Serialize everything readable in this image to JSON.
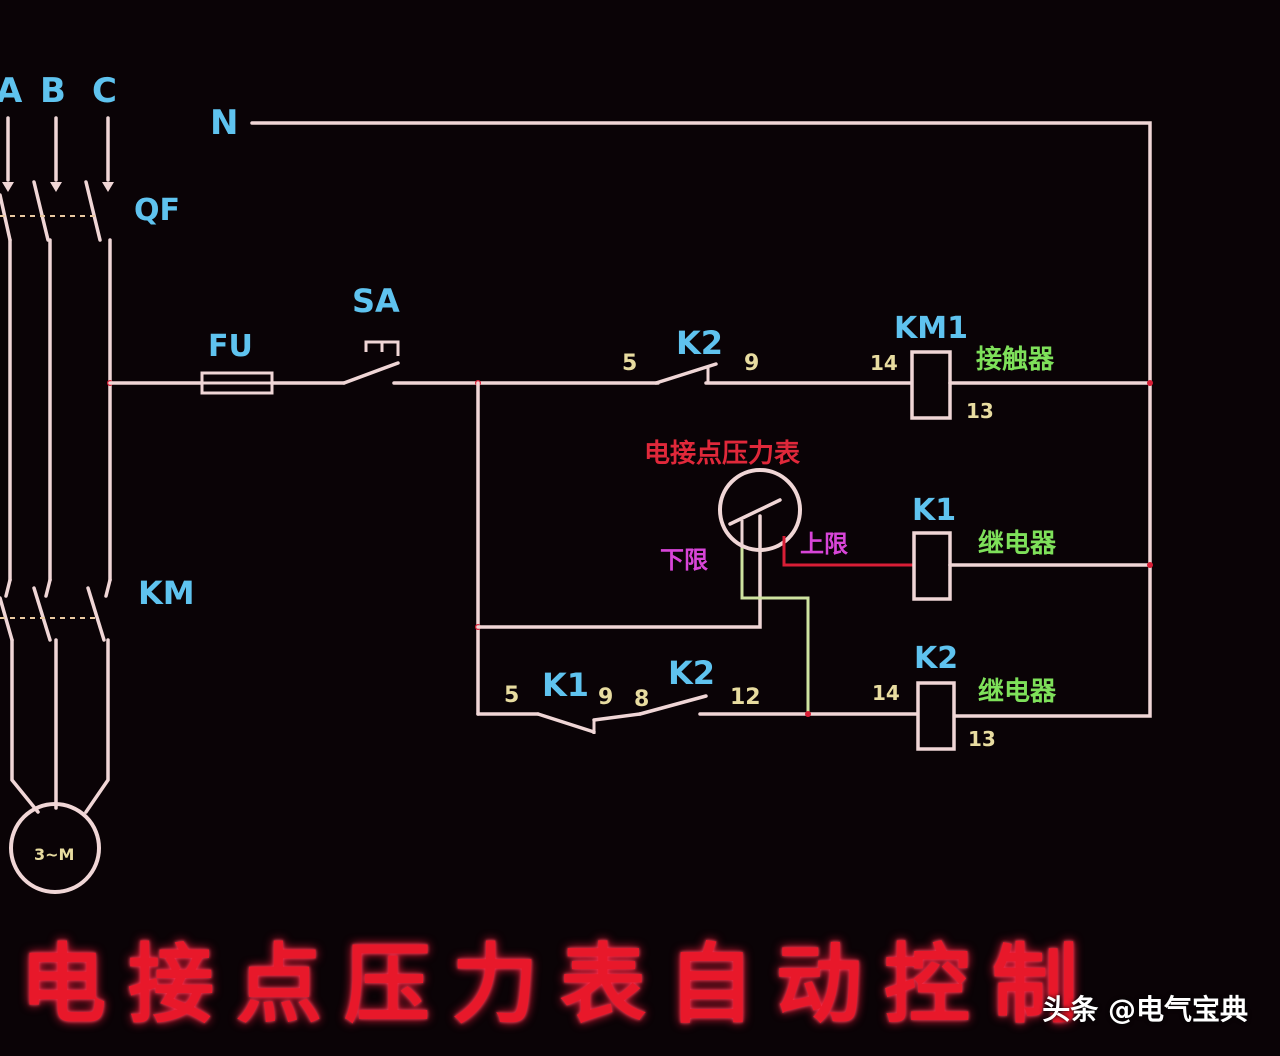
{
  "phase_labels": [
    "A",
    "B",
    "C"
  ],
  "neutral_label": "N",
  "breaker_label": "QF",
  "fuse_label": "FU",
  "switch_label": "SA",
  "contactor_label": "KM",
  "motor_label": "3~M",
  "rung1": {
    "contact_label": "K2",
    "node_left": "5",
    "node_right": "9",
    "coil_label": "KM1",
    "coil_in": "14",
    "coil_out": "13",
    "coil_desc": "接触器"
  },
  "gauge": {
    "title": "电接点压力表",
    "low_label": "下限",
    "high_label": "上限"
  },
  "rung2": {
    "coil_label": "K1",
    "coil_desc": "继电器"
  },
  "rung3": {
    "node_a": "5",
    "contact1_label": "K1",
    "node_b": "9",
    "node_c": "8",
    "contact2_label": "K2",
    "node_d": "12",
    "coil_label": "K2",
    "coil_in": "14",
    "coil_out": "13",
    "coil_desc": "继电器"
  },
  "title": "电接点压力表自动控制",
  "watermark": "头条 @电气宝典",
  "colors": {
    "background": "#0a0306",
    "wire": "#f0d6d6",
    "label": "#5fc3ef",
    "title": "#e8182a",
    "chinese_green": "#7ee05a",
    "gauge_title": "#e0283a",
    "gauge_limits": "#d845d8"
  }
}
